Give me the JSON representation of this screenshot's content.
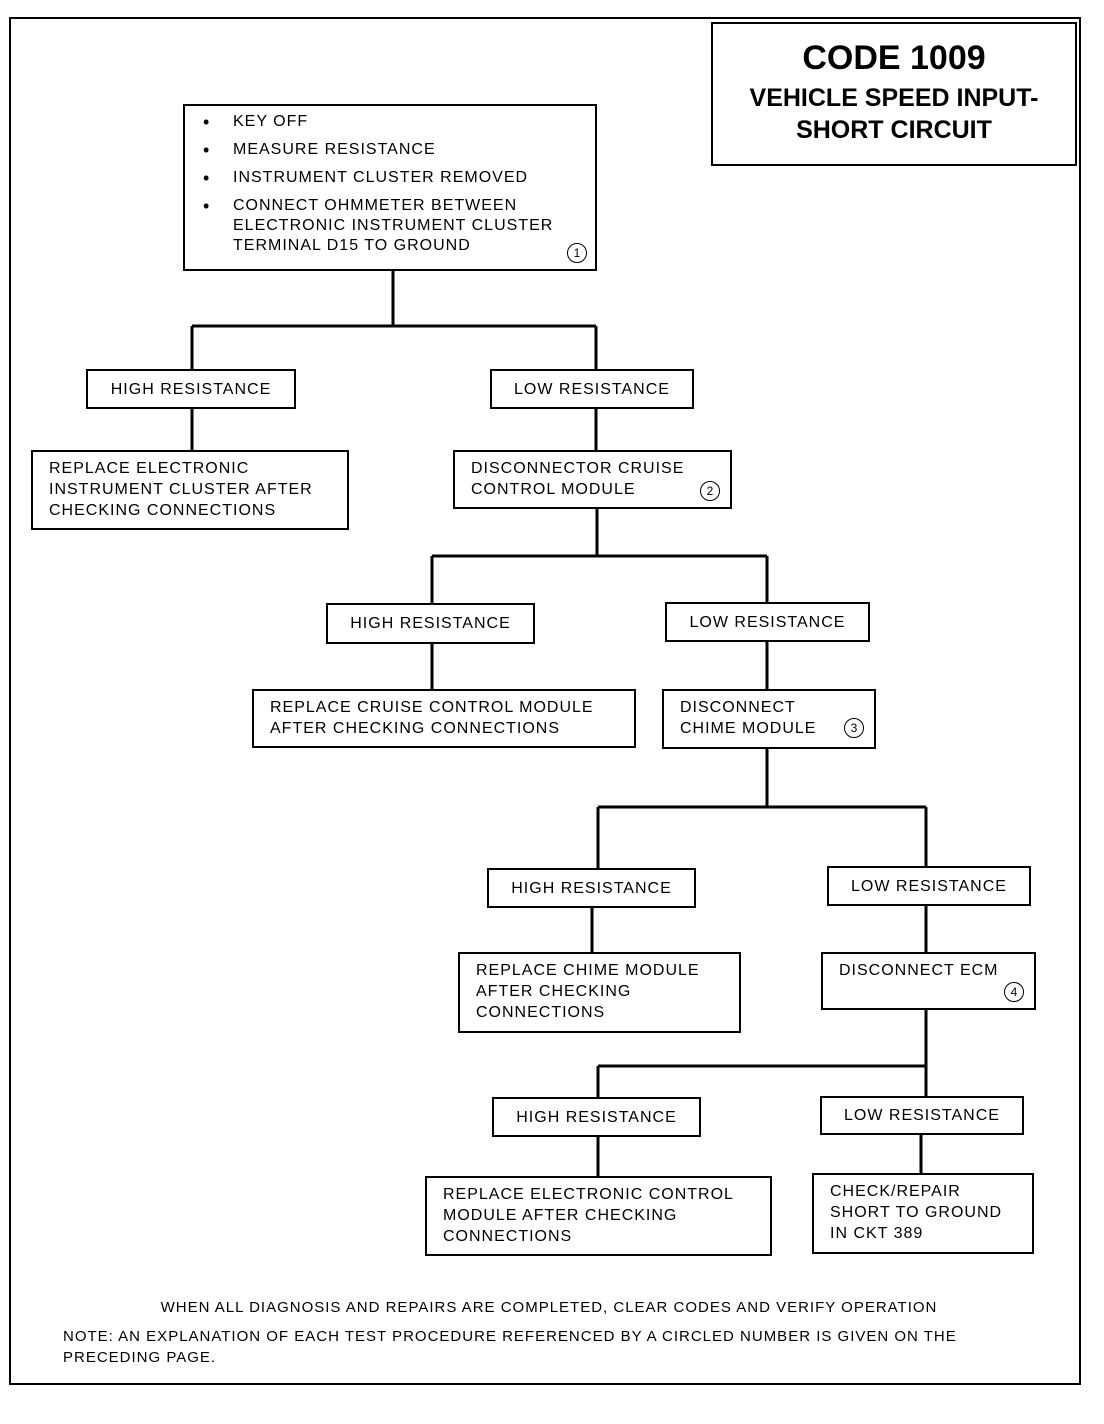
{
  "title": {
    "code": "CODE 1009",
    "subtitle_line1": "VEHICLE SPEED INPUT-",
    "subtitle_line2": "SHORT CIRCUIT"
  },
  "start": {
    "items": [
      "KEY OFF",
      "MEASURE RESISTANCE",
      "INSTRUMENT CLUSTER REMOVED"
    ],
    "connect_lines": [
      "CONNECT OHMMETER BETWEEN",
      "ELECTRONIC INSTRUMENT CLUSTER",
      "TERMINAL D15 TO GROUND"
    ],
    "step": "1"
  },
  "level1": {
    "high": "HIGH RESISTANCE",
    "low": "LOW RESISTANCE",
    "high_result": [
      "REPLACE ELECTRONIC",
      "INSTRUMENT CLUSTER AFTER",
      "CHECKING CONNECTIONS"
    ],
    "low_action": [
      "DISCONNECTOR CRUISE",
      "CONTROL MODULE"
    ],
    "low_step": "2"
  },
  "level2": {
    "high": "HIGH RESISTANCE",
    "low": "LOW RESISTANCE",
    "high_result": [
      "REPLACE CRUISE CONTROL MODULE",
      "AFTER CHECKING CONNECTIONS"
    ],
    "low_action": [
      "DISCONNECT",
      "CHIME MODULE"
    ],
    "low_step": "3"
  },
  "level3": {
    "high": "HIGH RESISTANCE",
    "low": "LOW RESISTANCE",
    "high_result": [
      "REPLACE CHIME MODULE",
      "AFTER CHECKING",
      "CONNECTIONS"
    ],
    "low_action": [
      "DISCONNECT ECM"
    ],
    "low_step": "4"
  },
  "level4": {
    "high": "HIGH RESISTANCE",
    "low": "LOW RESISTANCE",
    "high_result": [
      "REPLACE ELECTRONIC CONTROL",
      "MODULE AFTER CHECKING",
      "CONNECTIONS"
    ],
    "low_result": [
      "CHECK/REPAIR",
      "SHORT TO GROUND",
      "IN CKT 389"
    ]
  },
  "footer": {
    "completion": "WHEN ALL DIAGNOSIS AND REPAIRS ARE COMPLETED, CLEAR CODES AND VERIFY OPERATION",
    "note_line1": "NOTE: AN EXPLANATION OF EACH TEST PROCEDURE REFERENCED BY A CIRCLED NUMBER IS GIVEN ON THE",
    "note_line2": "PRECEDING PAGE."
  }
}
